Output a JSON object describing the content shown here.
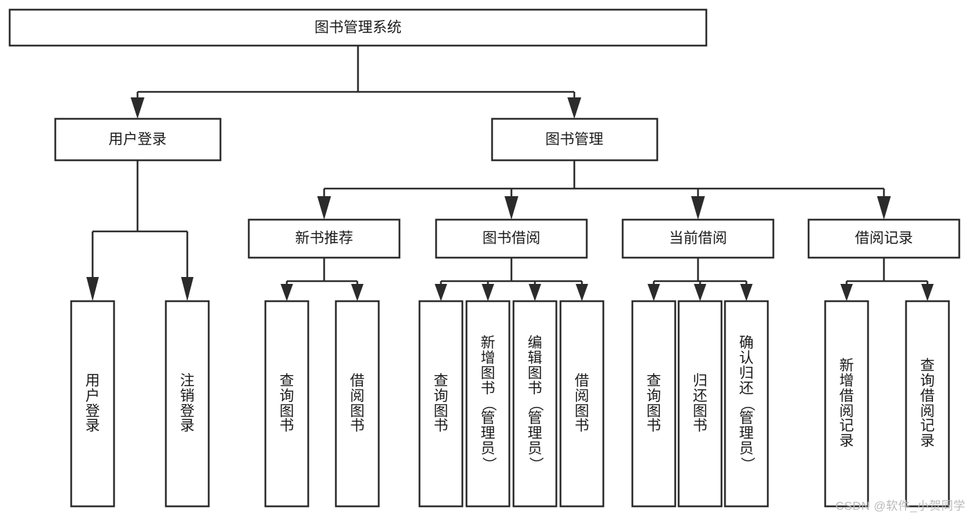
{
  "diagram": {
    "title": "图书管理系统",
    "type": "tree-hierarchy",
    "orientation": "top-down",
    "levels": 4,
    "root": {
      "label": "图书管理系统"
    },
    "level2": [
      {
        "label": "用户登录"
      },
      {
        "label": "图书管理"
      }
    ],
    "level3": [
      {
        "label": "新书推荐",
        "parent": "图书管理"
      },
      {
        "label": "图书借阅",
        "parent": "图书管理"
      },
      {
        "label": "当前借阅",
        "parent": "图书管理"
      },
      {
        "label": "借阅记录",
        "parent": "图书管理"
      }
    ],
    "leaves": {
      "user_login": [
        {
          "label": "用户登录",
          "chars": [
            "用",
            "户",
            "登",
            "录"
          ]
        },
        {
          "label": "注销登录",
          "chars": [
            "注",
            "销",
            "登",
            "录"
          ]
        }
      ],
      "new_book_recommend": [
        {
          "label": "查询图书",
          "chars": [
            "查",
            "询",
            "图",
            "书"
          ]
        },
        {
          "label": "借阅图书",
          "chars": [
            "借",
            "阅",
            "图",
            "书"
          ]
        }
      ],
      "book_borrow": [
        {
          "label": "查询图书",
          "chars": [
            "查",
            "询",
            "图",
            "书"
          ]
        },
        {
          "label": "新增图书（管理员）",
          "chars": [
            "新",
            "增",
            "图",
            "书",
            "（",
            "管",
            "理",
            "员",
            "）"
          ]
        },
        {
          "label": "编辑图书（管理员）",
          "chars": [
            "编",
            "辑",
            "图",
            "书",
            "（",
            "管",
            "理",
            "员",
            "）"
          ]
        },
        {
          "label": "借阅图书",
          "chars": [
            "借",
            "阅",
            "图",
            "书"
          ]
        }
      ],
      "current_borrow": [
        {
          "label": "查询图书",
          "chars": [
            "查",
            "询",
            "图",
            "书"
          ]
        },
        {
          "label": "归还图书",
          "chars": [
            "归",
            "还",
            "图",
            "书"
          ]
        },
        {
          "label": "确认归还（管理员）",
          "chars": [
            "确",
            "认",
            "归",
            "还",
            "（",
            "管",
            "理",
            "员",
            "）"
          ]
        }
      ],
      "borrow_records": [
        {
          "label": "新增借阅记录",
          "chars": [
            "新",
            "增",
            "借",
            "阅",
            "记",
            "录"
          ]
        },
        {
          "label": "查询借阅记录",
          "chars": [
            "查",
            "询",
            "借",
            "阅",
            "记",
            "录"
          ]
        }
      ]
    }
  },
  "watermark": {
    "text": "CSDN @软件_小贺同学"
  },
  "colors": {
    "stroke": "#2b2b2b",
    "box_fill": "#ffffff",
    "text": "#1b1b1b",
    "background": "#ffffff",
    "watermark": "#b9b9b9"
  }
}
